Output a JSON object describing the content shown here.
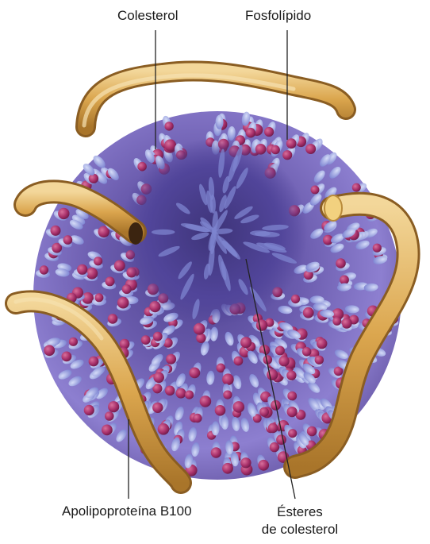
{
  "labels": {
    "cholesterol": "Colesterol",
    "phospholipid": "Fosfolípido",
    "apolipoprotein": "Apolipoproteína B100",
    "esters_line1": "Ésteres",
    "esters_line2": "de colesterol"
  }
}
